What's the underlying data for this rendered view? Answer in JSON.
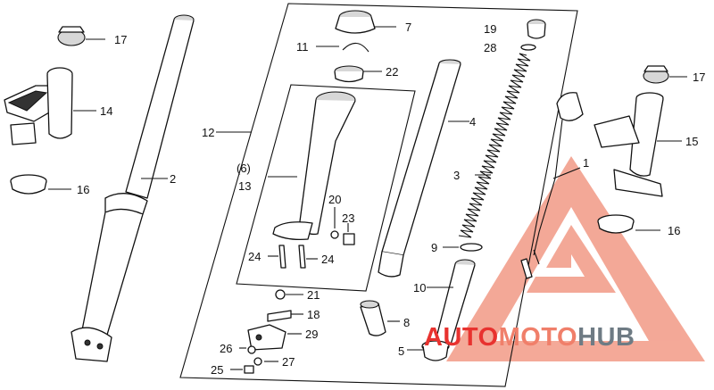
{
  "callouts": {
    "c1": "1",
    "c2": "2",
    "c3": "3",
    "c4": "4",
    "c5": "5",
    "c6": "(6)",
    "c7": "7",
    "c8": "8",
    "c9": "9",
    "c10": "10",
    "c11": "11",
    "c12": "12",
    "c13": "13",
    "c14": "14",
    "c15": "15",
    "c16a": "16",
    "c16b": "16",
    "c17a": "17",
    "c17b": "17",
    "c18": "18",
    "c19": "19",
    "c20": "20",
    "c21": "21",
    "c22": "22",
    "c23": "23",
    "c24a": "24",
    "c24b": "24",
    "c25": "25",
    "c26": "26",
    "c27": "27",
    "c28": "28",
    "c29": "29"
  },
  "watermark": {
    "part1": "AUTO",
    "part2": "MOTO",
    "part3": "HUB",
    "color_red": "#e8322f",
    "color_salmon": "#f07f6a",
    "color_gray": "#6e7b84",
    "logo_color": "#f29a86"
  }
}
